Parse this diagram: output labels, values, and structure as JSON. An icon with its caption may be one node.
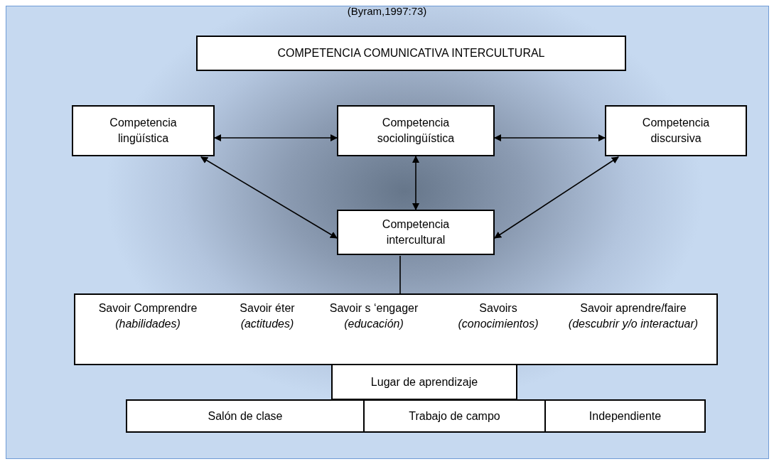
{
  "diagram": {
    "nodes": [
      {
        "text": [
          "COMPETENCIA COMUNICATIVA INTERCULTURAL"
        ]
      },
      {
        "text": [
          "Competencia lingüística"
        ]
      },
      {
        "text": [
          "Competencia sociolingüística"
        ]
      },
      {
        "text": [
          "Competencia discursiva"
        ]
      },
      {
        "text": [
          "Competencia intercultural"
        ]
      },
      {
        "text": [
          "Savoir Comprendre",
          "(habilidades)",
          "Savoir éter",
          "(actitudes)",
          "Savoir s ‘engager",
          "(educación)",
          "Savoirs",
          "(conocimientos)",
          "Savoir aprendre/faire",
          "(descubrir y/o interactuar)"
        ]
      },
      {
        "text": [
          "Lugar de aprendizaje"
        ]
      },
      {
        "text": [
          "Salón de clase"
        ]
      },
      {
        "text": [
          "Trabajo de campo"
        ]
      },
      {
        "text": [
          "Independiente"
        ]
      }
    ],
    "edges": [
      {
        "from": 1,
        "to": 2,
        "arrow": "both"
      },
      {
        "from": 2,
        "to": 3,
        "arrow": "both"
      },
      {
        "from": 1,
        "to": 4,
        "arrow": "both"
      },
      {
        "from": 2,
        "to": 4,
        "arrow": "both"
      },
      {
        "from": 3,
        "to": 4,
        "arrow": "both"
      },
      {
        "from": 5,
        "to": 4,
        "arrow": "none"
      }
    ],
    "labels": [
      "(Byram,1997:73)"
    ]
  }
}
